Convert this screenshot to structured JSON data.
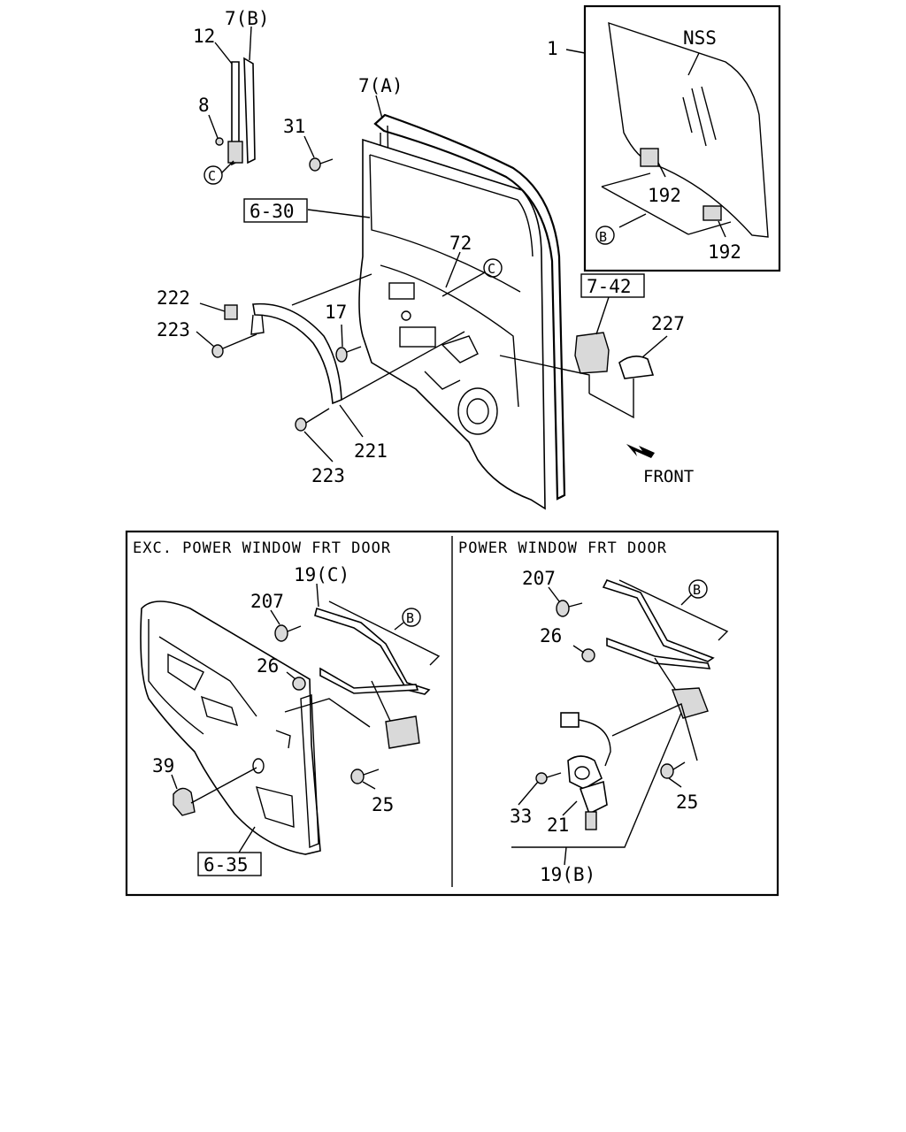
{
  "labels": {
    "l_7b": "7(B)",
    "l_12": "12",
    "l_8": "8",
    "l_c_top": "C",
    "l_31": "31",
    "l_7a": "7(A)",
    "l_6_30": "6-30",
    "l_72": "72",
    "l_c_mid": "C",
    "l_1": "1",
    "l_nss": "NSS",
    "l_192a": "192",
    "l_b_glass": "B",
    "l_192b": "192",
    "l_7_42": "7-42",
    "l_227": "227",
    "l_222": "222",
    "l_223a": "223",
    "l_17": "17",
    "l_221": "221",
    "l_223b": "223",
    "l_front": "FRONT",
    "p1_header": "EXC. POWER WINDOW FRT DOOR",
    "p1_19c": "19(C)",
    "p1_207": "207",
    "p1_b": "B",
    "p1_26": "26",
    "p1_39": "39",
    "p1_25": "25",
    "p1_6_35": "6-35",
    "p2_header": "POWER WINDOW FRT DOOR",
    "p2_207": "207",
    "p2_b": "B",
    "p2_26": "26",
    "p2_25": "25",
    "p2_33": "33",
    "p2_21": "21",
    "p2_19b": "19(B)"
  }
}
